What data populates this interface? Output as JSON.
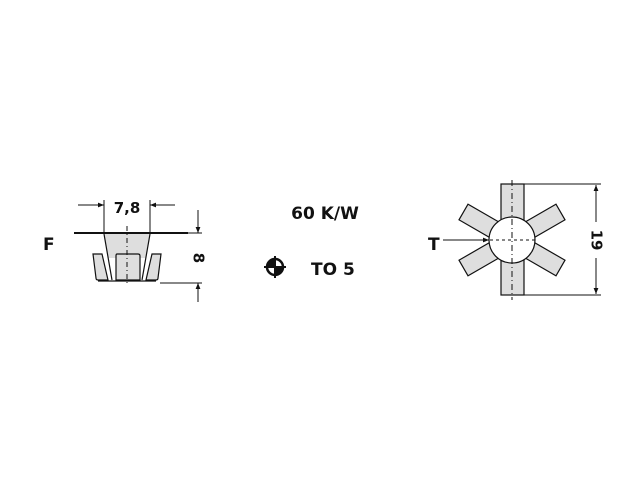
{
  "left_view": {
    "label": "F",
    "width_dimension": "7,8",
    "height_dimension": "8"
  },
  "center": {
    "thermal_resistance": "60 K/W",
    "package_symbol": "crosshair-quadrant-icon",
    "package": "TO 5"
  },
  "right_view": {
    "label": "T",
    "diameter_dimension": "19"
  },
  "colors": {
    "line": "#111111",
    "fill": "#dedede",
    "background": "#ffffff"
  }
}
